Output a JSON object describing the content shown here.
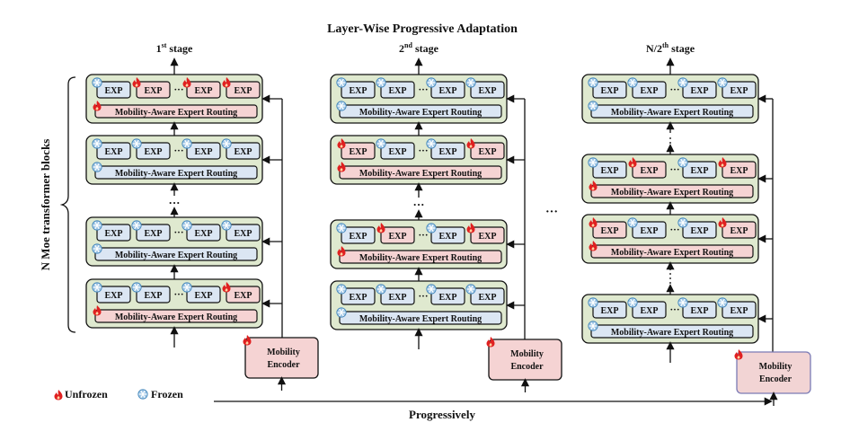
{
  "title": "Layer-Wise Progressive Adaptation",
  "side_label": "N Moe transformer blocks",
  "expert_label": "EXP",
  "router_label": "Mobility-Aware Expert Routing",
  "encoder_label_line1": "Mobility",
  "encoder_label_line2": "Encoder",
  "ellipsis": "···",
  "stage_gap": "···",
  "legend": {
    "unfrozen": "Unfrozen",
    "frozen": "Frozen"
  },
  "progress_label": "Progressively",
  "colors": {
    "block_fill": "#dfe9cf",
    "frozen_fill": "#dbe6f3",
    "unfrozen_fill": "#f5d3d3",
    "encoder_fill": "#f5d3d3",
    "encoder_last_fill": "#f2d4d4",
    "encoder_last_stroke": "#7b7bb5",
    "fire": "#e02020",
    "snow": "#3e83b8"
  },
  "stages": [
    {
      "name": "1",
      "suffix": "st",
      "label_rest": " stage",
      "blocks": [
        {
          "experts": [
            "frozen",
            "unfrozen",
            "unfrozen",
            "unfrozen"
          ],
          "router": "unfrozen"
        },
        {
          "experts": [
            "frozen",
            "frozen",
            "frozen",
            "frozen"
          ],
          "router": "frozen"
        },
        {
          "experts": [
            "frozen",
            "frozen",
            "frozen",
            "frozen"
          ],
          "router": "frozen"
        },
        {
          "experts": [
            "frozen",
            "frozen",
            "frozen",
            "unfrozen"
          ],
          "router": "unfrozen"
        }
      ]
    },
    {
      "name": "2",
      "suffix": "nd",
      "label_rest": " stage",
      "blocks": [
        {
          "experts": [
            "frozen",
            "frozen",
            "frozen",
            "frozen"
          ],
          "router": "frozen"
        },
        {
          "experts": [
            "unfrozen",
            "frozen",
            "frozen",
            "unfrozen"
          ],
          "router": "unfrozen"
        },
        {
          "experts": [
            "frozen",
            "unfrozen",
            "frozen",
            "unfrozen"
          ],
          "router": "unfrozen"
        },
        {
          "experts": [
            "frozen",
            "frozen",
            "frozen",
            "frozen"
          ],
          "router": "frozen"
        }
      ]
    },
    {
      "name": "N/2",
      "suffix": "th",
      "label_rest": " stage",
      "blocks": [
        {
          "experts": [
            "frozen",
            "frozen",
            "frozen",
            "frozen"
          ],
          "router": "frozen"
        },
        {
          "experts": [
            "frozen",
            "unfrozen",
            "frozen",
            "unfrozen"
          ],
          "router": "unfrozen"
        },
        {
          "experts": [
            "unfrozen",
            "frozen",
            "frozen",
            "unfrozen"
          ],
          "router": "unfrozen"
        },
        {
          "experts": [
            "frozen",
            "frozen",
            "frozen",
            "frozen"
          ],
          "router": "frozen"
        }
      ]
    }
  ]
}
